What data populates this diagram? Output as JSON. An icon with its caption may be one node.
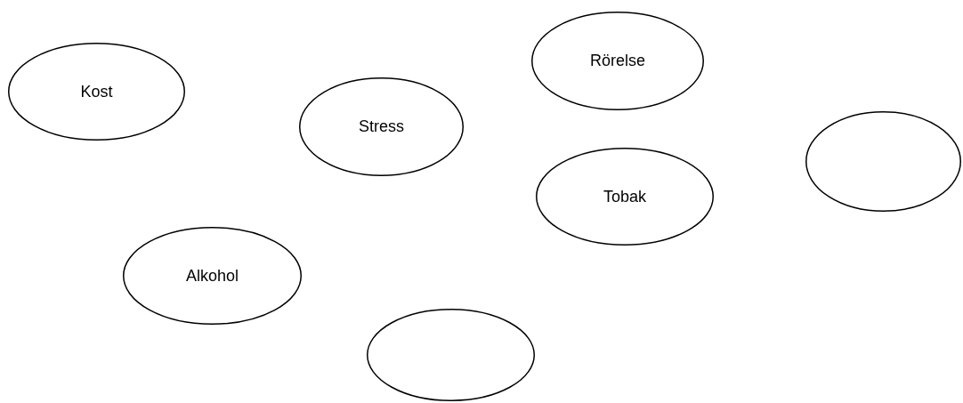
{
  "diagram": {
    "nodes": [
      {
        "text": [
          "Rörelse"
        ]
      },
      {
        "text": [
          "Kost"
        ]
      },
      {
        "text": [
          "Stress"
        ]
      },
      {
        "text": [],
        "shape": "ellipse"
      },
      {
        "text": [
          "Tobak"
        ]
      },
      {
        "text": [
          "Alkohol"
        ]
      },
      {
        "text": [],
        "shape": "ellipse"
      }
    ]
  }
}
